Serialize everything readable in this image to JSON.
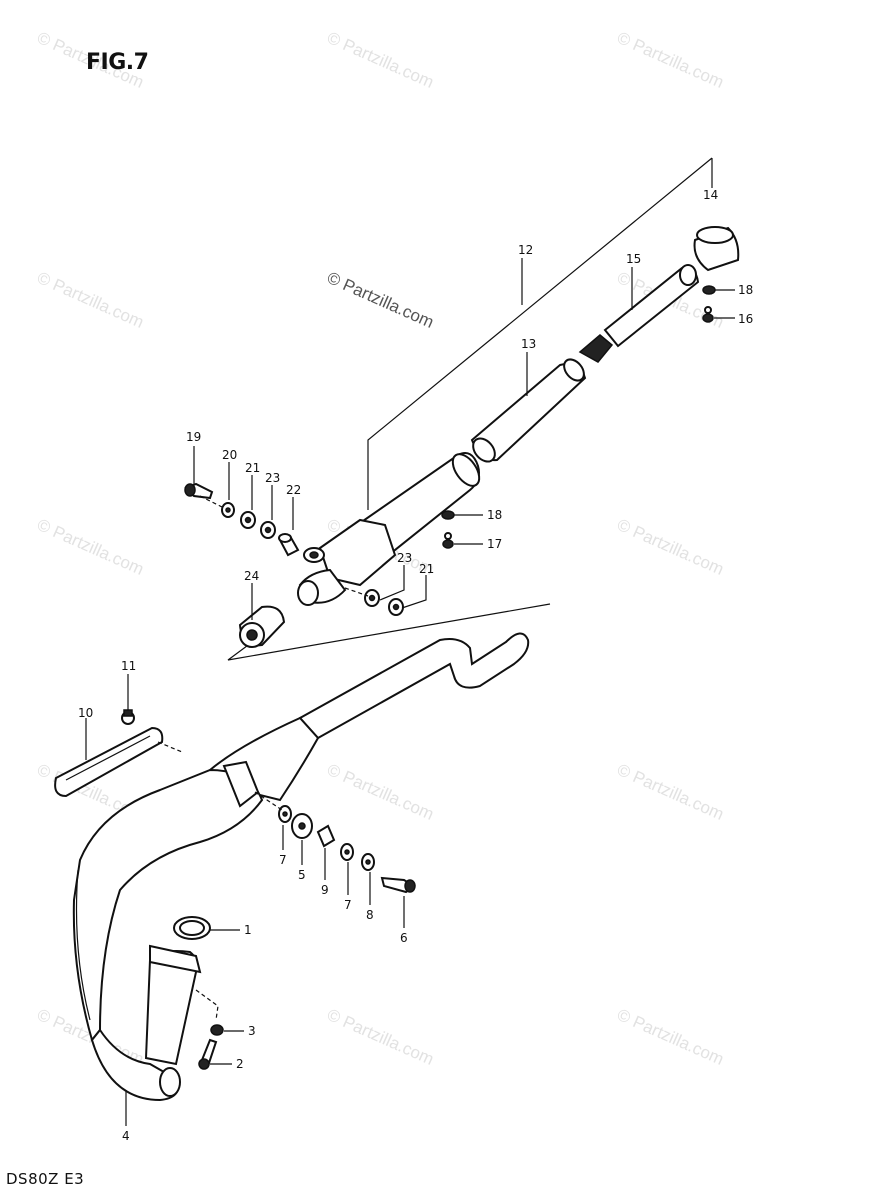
{
  "figure_title": "FIG.7",
  "footer_code": "DS80Z E3",
  "watermark_text": "© Partzilla.com",
  "part_labels": {
    "p1": "1",
    "p2": "2",
    "p3": "3",
    "p4": "4",
    "p5": "5",
    "p6": "6",
    "p7a": "7",
    "p7b": "7",
    "p8": "8",
    "p9": "9",
    "p10": "10",
    "p11": "11",
    "p12": "12",
    "p13": "13",
    "p14": "14",
    "p15": "15",
    "p16": "16",
    "p17": "17",
    "p18a": "18",
    "p18b": "18",
    "p19": "19",
    "p20": "20",
    "p21a": "21",
    "p21b": "21",
    "p22": "22",
    "p23a": "23",
    "p23b": "23",
    "p24": "24"
  }
}
